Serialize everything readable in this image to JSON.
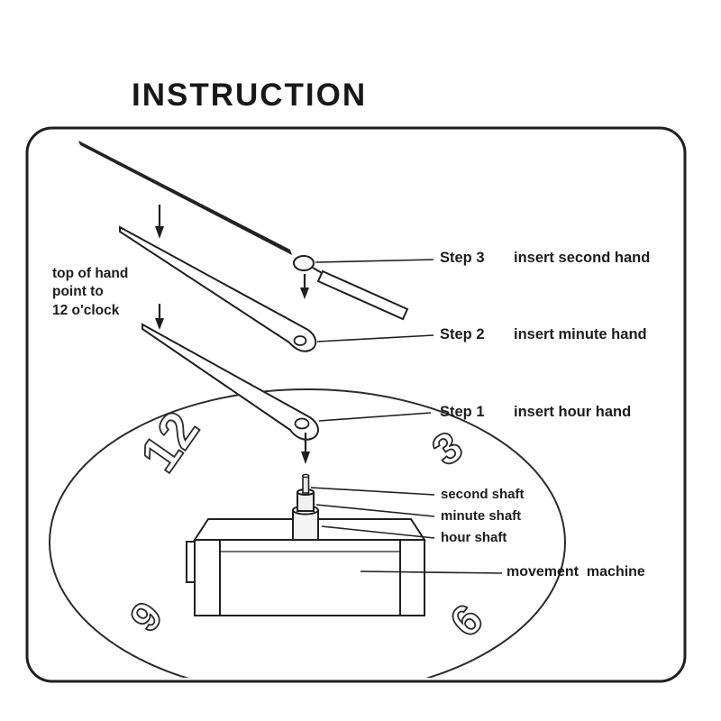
{
  "title": "INSTRUCTION",
  "note": {
    "line1": "top of hand",
    "line2": "point to",
    "line3": "12 o'clock"
  },
  "steps": [
    {
      "label": "Step 3",
      "text": "insert second hand"
    },
    {
      "label": "Step 2",
      "text": "insert minute hand"
    },
    {
      "label": "Step 1",
      "text": "insert hour hand"
    }
  ],
  "shaft_labels": {
    "second": "second shaft",
    "minute": "minute shaft",
    "hour": "hour shaft"
  },
  "machine_label": "movement  machine",
  "clock_numerals": {
    "twelve": "12",
    "three": "3",
    "six": "6",
    "nine": "9"
  },
  "colors": {
    "ink": "#1f1f1f",
    "background": "#ffffff"
  }
}
